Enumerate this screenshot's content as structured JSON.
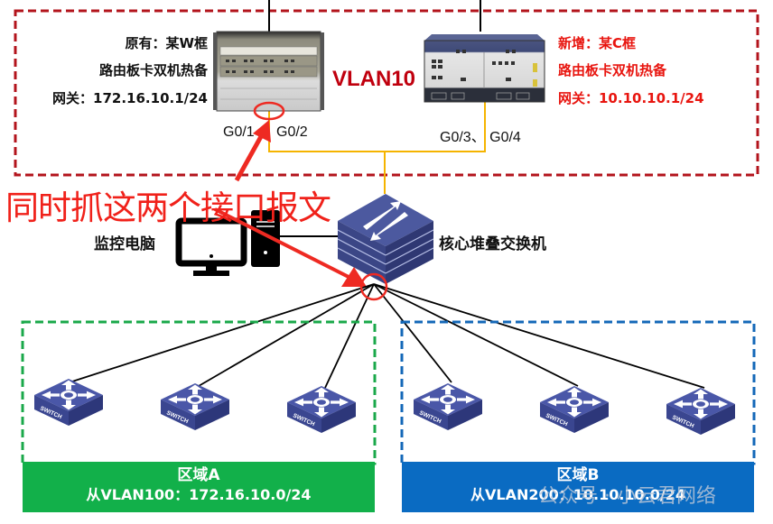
{
  "diagram": {
    "top_region": {
      "border_color": "#b3141c",
      "vlan_label": "VLAN10",
      "old_router": {
        "lines": [
          "原有：某W框",
          "路由板卡双机热备",
          "网关：172.16.10.1/24"
        ],
        "text_color": "#111111",
        "ports": [
          "G0/1",
          "G0/2"
        ]
      },
      "new_router": {
        "lines": [
          "新增：某C框",
          "路由板卡双机热备",
          "网关：10.10.10.1/24"
        ],
        "text_color": "#e8150f",
        "ports_label": "G0/3、 G0/4"
      },
      "uplink_color": "#f5b400"
    },
    "annotation": {
      "text": "同时抓这两个接口报文",
      "color": "#f0211a"
    },
    "monitor_pc": {
      "label": "监控电脑"
    },
    "core_switch": {
      "label": "核心堆叠交换机"
    },
    "zones": [
      {
        "name": "区域A",
        "subnet": "从VLAN100：172.16.10.0/24",
        "border_color": "#1aa84a",
        "fill_color": "#12b04a",
        "switches": [
          "SWITCH",
          "SWITCH",
          "SWITCH"
        ]
      },
      {
        "name": "区域B",
        "subnet": "从VLAN200：10.10.10.0/24",
        "border_color": "#1468b8",
        "fill_color": "#0a6bc2",
        "switches": [
          "SWITCH",
          "SWITCH",
          "SWITCH"
        ]
      }
    ],
    "watermark": "公众号 · 小云君网络"
  }
}
